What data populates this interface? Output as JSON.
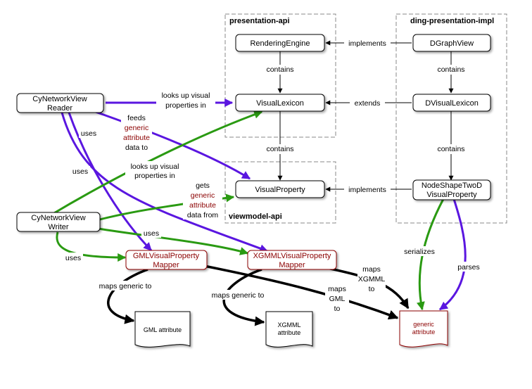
{
  "colors": {
    "black": "#000000",
    "purple": "#5a16e0",
    "green": "#2a9a12",
    "dark_red": "#8b0000",
    "group_border": "#888888"
  },
  "groups": {
    "presentation_api": "presentation-api",
    "ding_presentation_impl": "ding-presentation-impl",
    "viewmodel_api": "viewmodel-api"
  },
  "nodes": {
    "rendering_engine": [
      "RenderingEngine"
    ],
    "dgraph_view": [
      "DGraphView"
    ],
    "visual_lexicon": [
      "VisualLexicon"
    ],
    "dvisual_lexicon": [
      "DVisualLexicon"
    ],
    "visual_property": [
      "VisualProperty"
    ],
    "node_shape": [
      "NodeShapeTwoD",
      "VisualProperty"
    ],
    "reader": [
      "CyNetworkView",
      "Reader"
    ],
    "writer": [
      "CyNetworkView",
      "Writer"
    ],
    "gml_mapper": [
      "GMLVisualProperty",
      "Mapper"
    ],
    "xgmml_mapper": [
      "XGMMLVisualProperty",
      "Mapper"
    ],
    "gml_attribute": [
      "GML attribute"
    ],
    "xgmml_attribute": [
      "XGMML",
      "attribute"
    ],
    "generic_attribute": [
      "generic",
      "attribute"
    ]
  },
  "edge_labels": {
    "implements_top": [
      "implements"
    ],
    "contains_re_vl": [
      "contains"
    ],
    "contains_dg_dvl": [
      "contains"
    ],
    "extends": [
      "extends"
    ],
    "contains_vl_vp": [
      "contains"
    ],
    "contains_dvl_ns": [
      "contains"
    ],
    "implements_mid": [
      "implements"
    ],
    "reader_looks_up": [
      "looks up visual",
      "properties in"
    ],
    "reader_feeds_pre": "feeds",
    "reader_feeds_red": [
      "generic",
      "attribute"
    ],
    "reader_feeds_post": "data to",
    "writer_looks_up": [
      "looks up visual",
      "properties in"
    ],
    "writer_gets_pre": "gets",
    "writer_gets_red": [
      "generic",
      "attribute"
    ],
    "writer_gets_post": "data from",
    "reader_uses_1": "uses",
    "reader_uses_2": "uses",
    "writer_uses_top": "uses",
    "writer_uses_left": "uses",
    "gml_maps_generic": "maps generic to",
    "xgmml_maps_generic": "maps generic to",
    "maps_xgmml": [
      "maps",
      "XGMML",
      "to"
    ],
    "maps_gml": [
      "maps",
      "GML",
      "to"
    ],
    "serializes": "serializes",
    "parses": "parses"
  }
}
